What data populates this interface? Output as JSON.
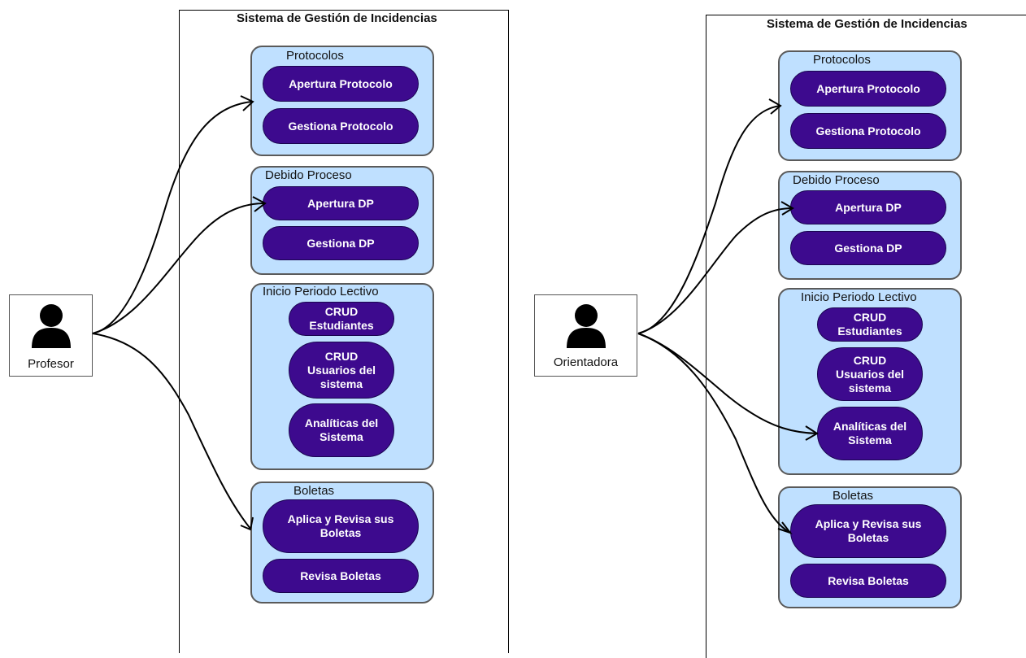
{
  "systems": [
    {
      "title": "Sistema de Gestión de Incidencias",
      "actor": "Profesor",
      "groups": [
        {
          "title": "Protocolos",
          "cases": [
            "Apertura Protocolo",
            "Gestiona Protocolo"
          ]
        },
        {
          "title": "Debido Proceso",
          "cases": [
            "Apertura DP",
            "Gestiona DP"
          ]
        },
        {
          "title": "Inicio Periodo Lectivo",
          "cases": [
            "CRUD\nEstudiantes",
            "CRUD\nUsuarios del\nsistema",
            "Analíticas del\nSistema"
          ]
        },
        {
          "title": "Boletas",
          "cases": [
            "Aplica y Revisa sus\nBoletas",
            "Revisa Boletas"
          ]
        }
      ]
    },
    {
      "title": "Sistema de Gestión de Incidencias",
      "actor": "Orientadora",
      "groups": [
        {
          "title": "Protocolos",
          "cases": [
            "Apertura Protocolo",
            "Gestiona Protocolo"
          ]
        },
        {
          "title": "Debido Proceso",
          "cases": [
            "Apertura DP",
            "Gestiona DP"
          ]
        },
        {
          "title": "Inicio Periodo Lectivo",
          "cases": [
            "CRUD\nEstudiantes",
            "CRUD\nUsuarios del\nsistema",
            "Analíticas del\nSistema"
          ]
        },
        {
          "title": "Boletas",
          "cases": [
            "Aplica y Revisa sus\nBoletas",
            "Revisa Boletas"
          ]
        }
      ]
    }
  ],
  "colors": {
    "group_fill": "#bfe0ff",
    "group_border": "#5a5a5a",
    "usecase_fill": "#3d0a8e",
    "usecase_text": "#ffffff",
    "actor_icon": "#000000"
  },
  "icons": {
    "actor": "person-icon"
  }
}
